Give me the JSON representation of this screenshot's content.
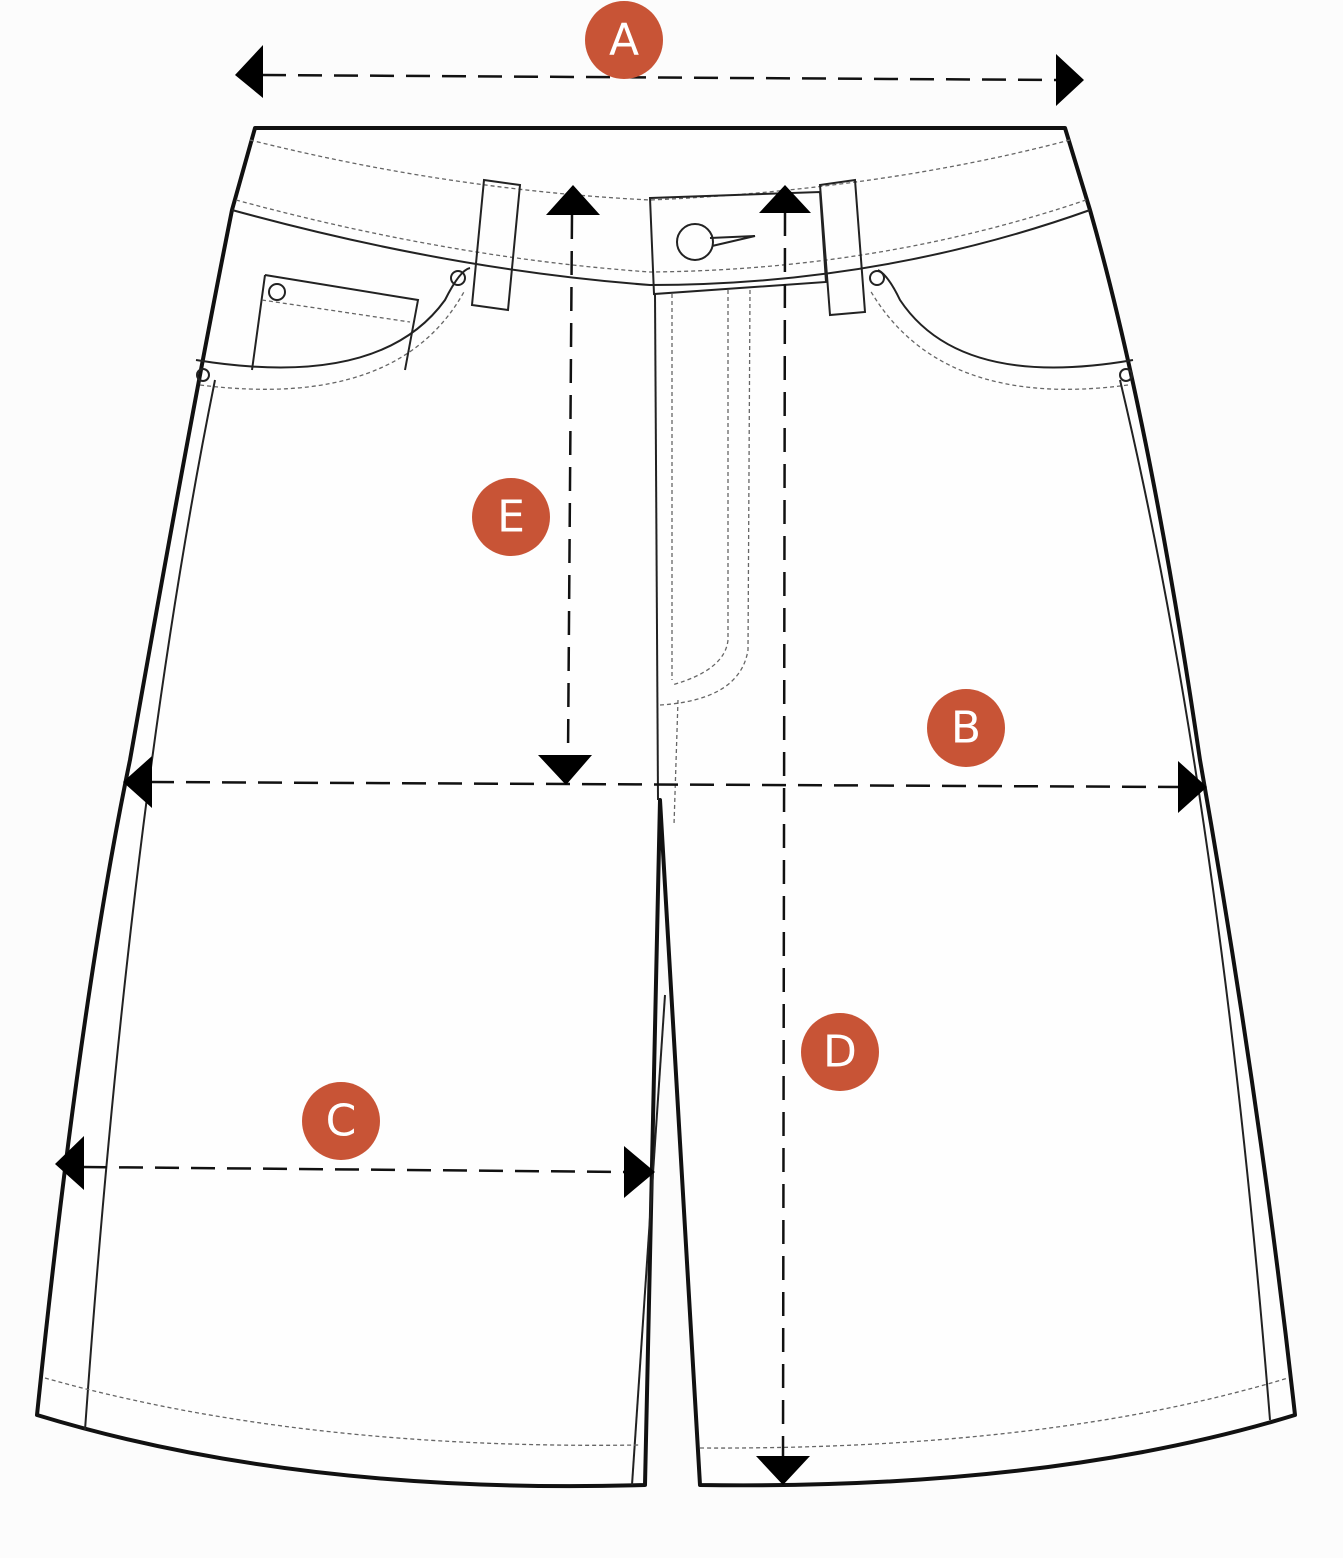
{
  "diagram": {
    "accent_color": "#C85436",
    "labels": {
      "A": "A",
      "B": "B",
      "C": "C",
      "D": "D",
      "E": "E"
    }
  }
}
